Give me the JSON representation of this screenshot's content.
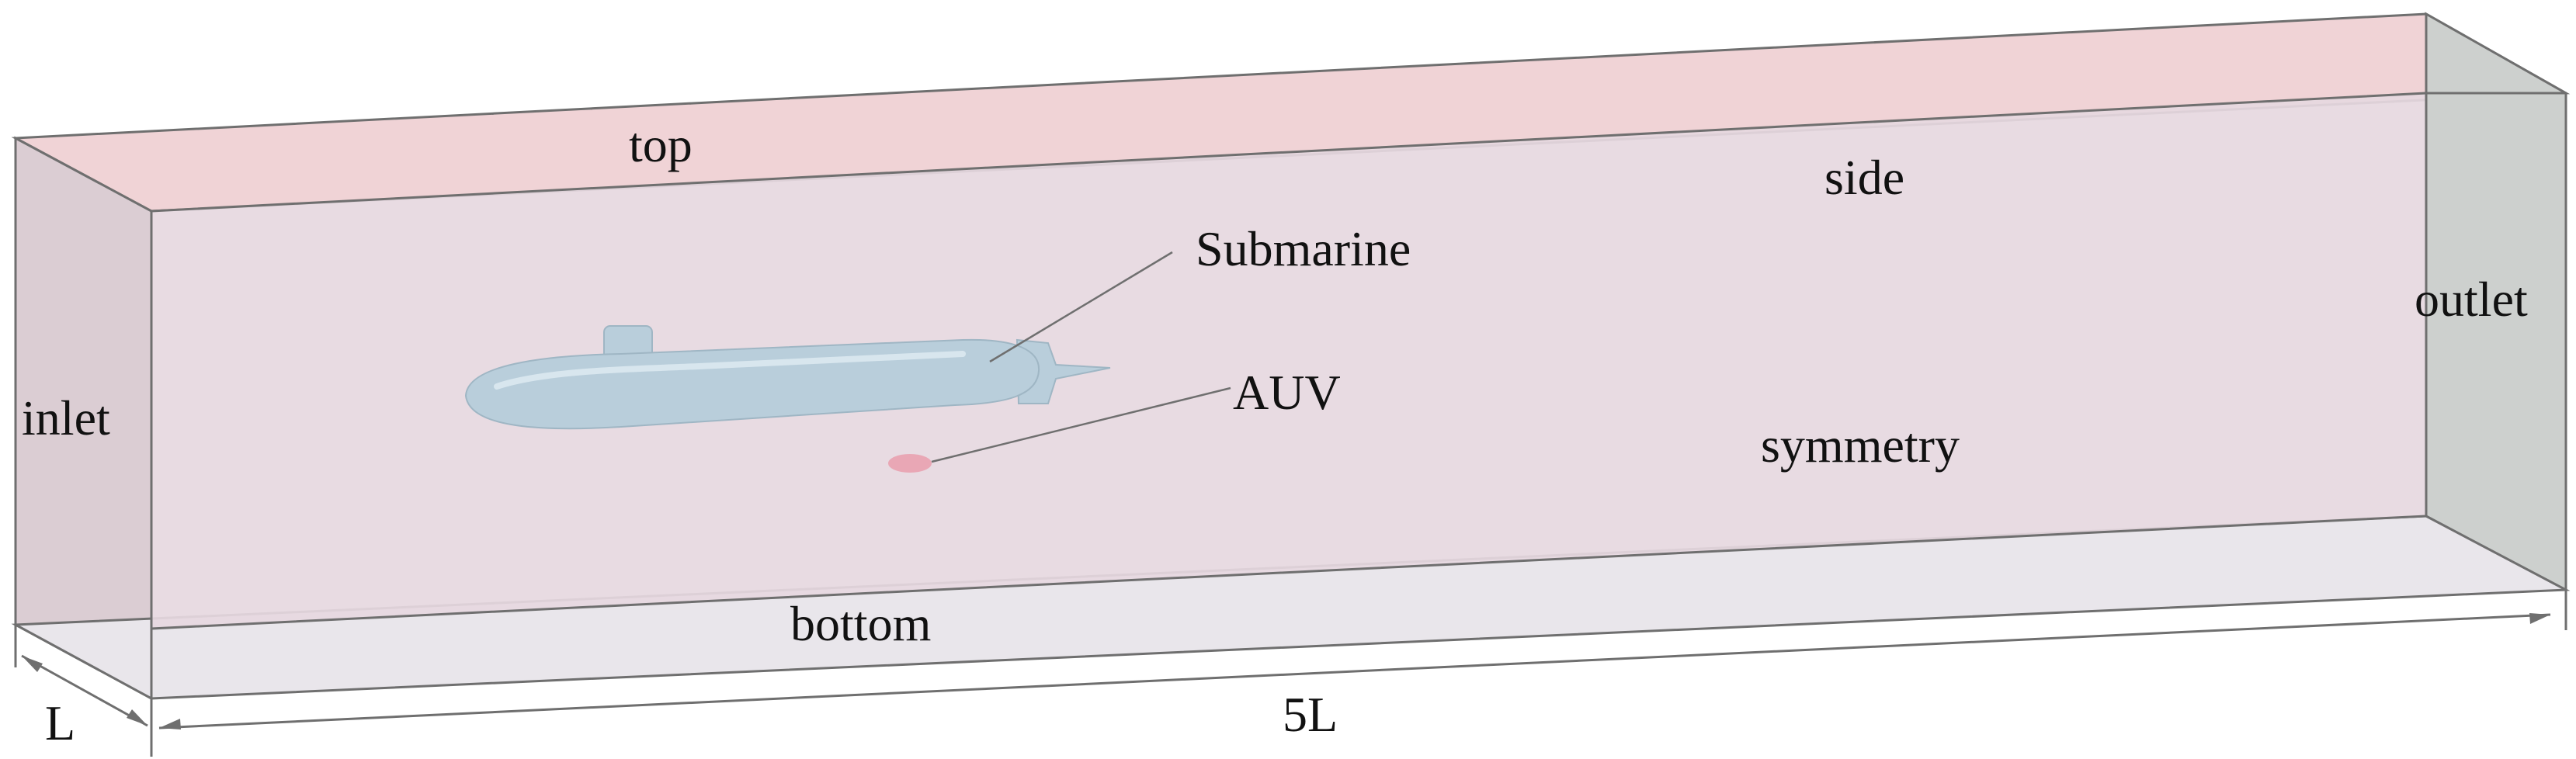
{
  "diagram": {
    "faces": {
      "top": "top",
      "side": "side",
      "inlet": "inlet",
      "outlet": "outlet",
      "bottom": "bottom",
      "symmetry": "symmetry"
    },
    "objects": {
      "submarine": "Submarine",
      "auv": "AUV"
    },
    "dimensions": {
      "width": "L",
      "length": "5L"
    },
    "colors": {
      "front_face": "#e6d8e0",
      "top_face": "#f0d3d6",
      "inlet_face": "#dbcdd3",
      "outlet_face": "#cdd0ce",
      "bottom_face": "#e9e6eb",
      "submarine": "#b9cedb",
      "auv": "#e89aaa",
      "edges": "#6f6f6f"
    }
  }
}
